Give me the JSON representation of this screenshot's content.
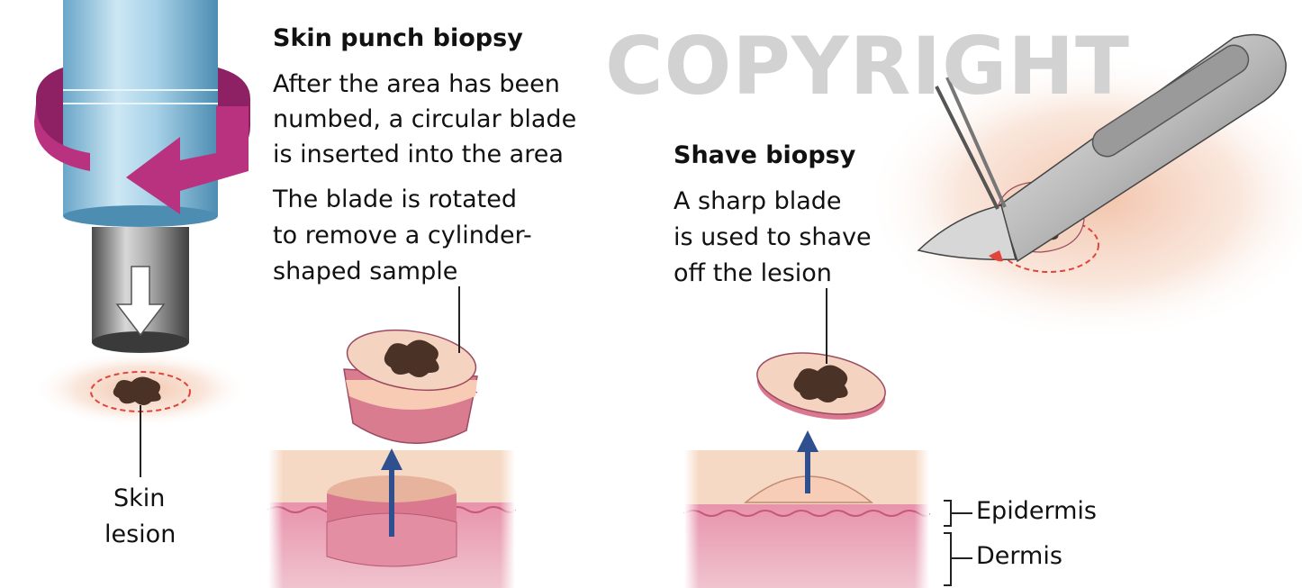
{
  "watermark": "COPYRIGHT",
  "punch": {
    "title": "Skin punch biopsy",
    "lines": [
      "After the area has been",
      "numbed, a circular blade",
      "is inserted into the area",
      "The blade is rotated",
      "to remove a cylinder-",
      "shaped sample"
    ]
  },
  "shave": {
    "title": "Shave biopsy",
    "lines": [
      "A sharp blade",
      "is used to shave",
      "off the lesion"
    ]
  },
  "labels": {
    "lesion_line1": "Skin",
    "lesion_line2": "lesion",
    "epidermis": "Epidermis",
    "dermis": "Dermis"
  },
  "colors": {
    "arrow_magenta": "#b8327f",
    "arrow_blue": "#2f4f8e",
    "lesion": "#4a3326",
    "skin_epidermis": "#f6d9c4",
    "skin_dermis": "#e7a0b2",
    "dashed_outline": "#e0453a"
  }
}
